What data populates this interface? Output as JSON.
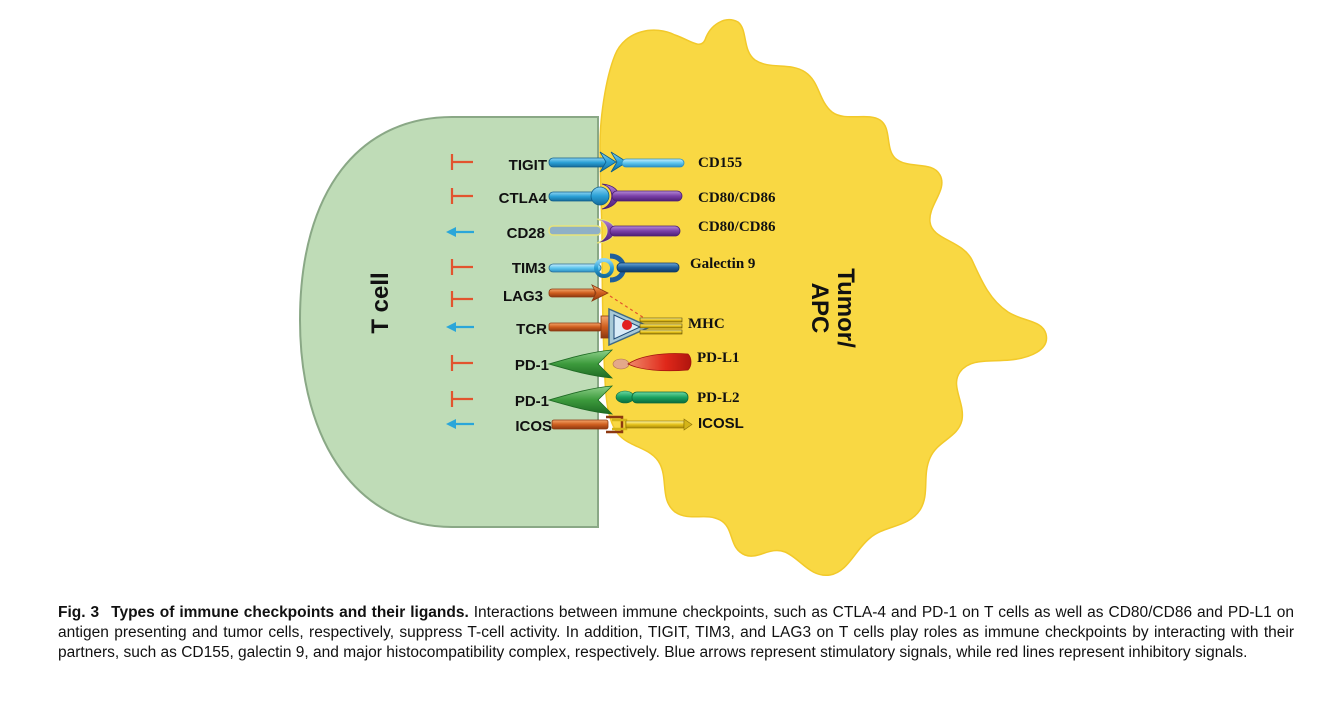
{
  "figure": {
    "tcell_label": "T cell",
    "tumor_label_line1": "Tumor/",
    "tumor_label_line2": "APC",
    "colors": {
      "tcell_fill": "#bfdcb7",
      "tcell_stroke": "#7d9c78",
      "tumor_fill": "#f9d843",
      "stimulatory": "#2aa6d9",
      "inhibitory": "#e2542e"
    },
    "rows": [
      {
        "receptor": "TIGIT",
        "ligand": "CD155",
        "signal": "inhibitory"
      },
      {
        "receptor": "CTLA4",
        "ligand": "CD80/CD86",
        "signal": "inhibitory"
      },
      {
        "receptor": "CD28",
        "ligand": "CD80/CD86",
        "signal": "stimulatory"
      },
      {
        "receptor": "TIM3",
        "ligand": "Galectin 9",
        "signal": "inhibitory"
      },
      {
        "receptor": "LAG3",
        "ligand": "",
        "signal": "inhibitory"
      },
      {
        "receptor": "TCR",
        "ligand": "MHC",
        "signal": "stimulatory"
      },
      {
        "receptor": "PD-1",
        "ligand": "PD-L1",
        "signal": "inhibitory"
      },
      {
        "receptor": "PD-1",
        "ligand": "PD-L2",
        "signal": "inhibitory"
      },
      {
        "receptor": "ICOS",
        "ligand": "ICOSL",
        "signal": "stimulatory"
      }
    ]
  },
  "caption": {
    "fig_number": "Fig. 3",
    "title": "Types of immune checkpoints and their ligands.",
    "text": "Interactions between immune checkpoints, such as CTLA-4 and PD-1 on T cells as well as CD80/CD86 and PD-L1 on antigen presenting and tumor cells, respectively, suppress T-cell activity. In addition, TIGIT, TIM3, and LAG3 on T cells play roles as immune checkpoints by interacting with their partners, such as CD155, galectin 9, and major histocompatibility complex, respectively. Blue arrows represent stimulatory signals, while red lines represent inhibitory signals."
  }
}
